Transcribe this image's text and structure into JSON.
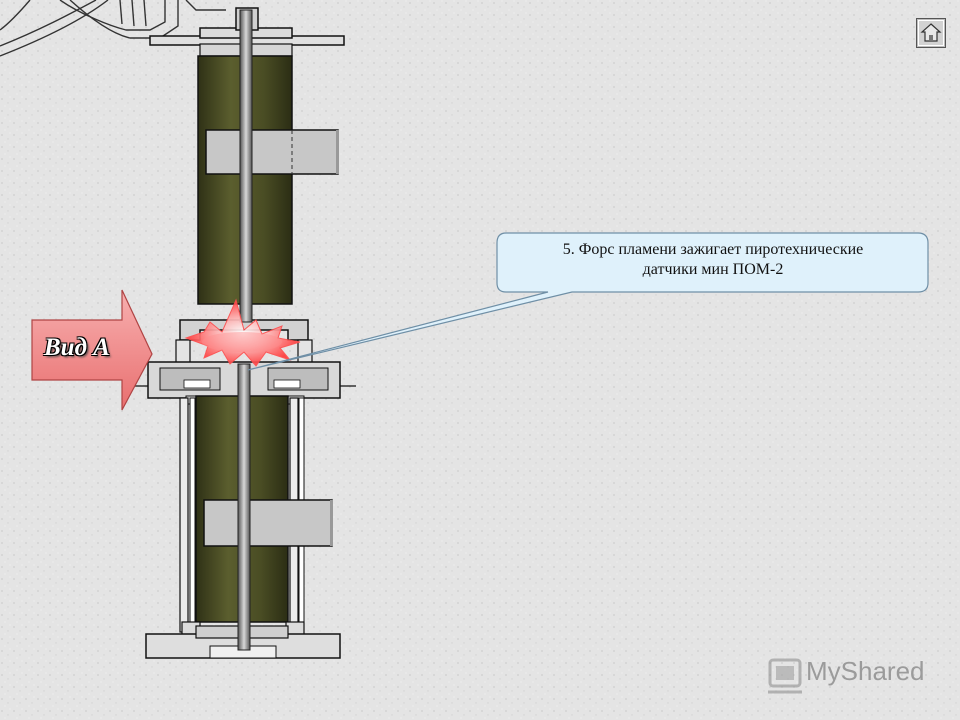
{
  "callout": {
    "line1": "5. Форс пламени зажигает пиротехнические",
    "line2": "датчики мин ПОМ-2"
  },
  "view_arrow": {
    "label": "Вид А"
  },
  "home_button": {
    "icon": "home-icon"
  },
  "watermark": {
    "text": "MyShared"
  },
  "colors": {
    "background": "#e6e6e6",
    "charge_body": "#4b4e26",
    "charge_band": "#c9c9c9",
    "callout_fill": "#dff1fb",
    "callout_stroke": "#6f8fa6",
    "arrow_fill": "#f08c8c",
    "flame": "#ff5a5a"
  }
}
